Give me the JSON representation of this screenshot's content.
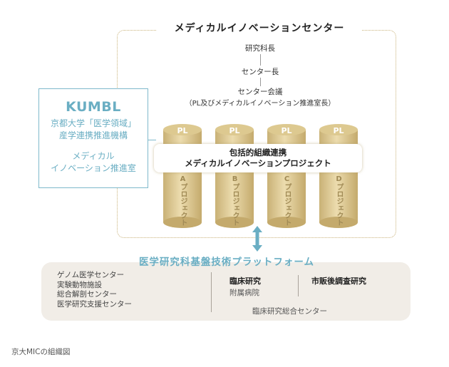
{
  "center": {
    "title": "メディカルイノベーションセンター",
    "hierarchy": [
      "研究科長",
      "センター長",
      "センター会議"
    ],
    "council_note": "（PL及びメディカルイノベーション推進室長）"
  },
  "kumbl": {
    "logo": "KUMBL",
    "line1": "京都大学「医学領域」",
    "line2": "産学連携推進機構",
    "line3": "メディカル",
    "line4": "イノベーション推進室"
  },
  "projects": [
    {
      "pl": "PL",
      "label": "Aプロジェクト"
    },
    {
      "pl": "PL",
      "label": "Bプロジェクト"
    },
    {
      "pl": "PL",
      "label": "Cプロジェクト"
    },
    {
      "pl": "PL",
      "label": "Dプロジェクト"
    }
  ],
  "band": {
    "line1": "包括的組織連携",
    "line2": "メディカルイノベーションプロジェクト"
  },
  "platform": {
    "title": "医学研究科基盤技術プラットフォーム",
    "left_items": [
      "ゲノム医学センター",
      "実験動物施設",
      "総合解剖センター",
      "医学研究支援センター"
    ],
    "clinical_research": "臨床研究",
    "hospital": "附属病院",
    "post_marketing": "市販後調査研究",
    "clinical_center": "臨床研究総合センター"
  },
  "caption": "京大MICの組織図",
  "colors": {
    "accent": "#6aaec3",
    "gold": "#d6c28c",
    "frame": "#c9b27a",
    "platform_bg": "#f1ede7"
  }
}
